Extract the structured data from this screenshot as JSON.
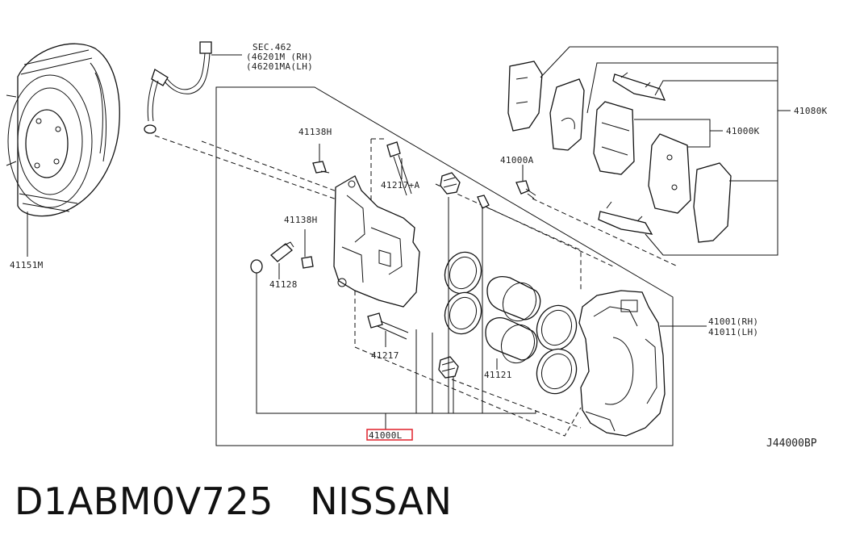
{
  "labels": {
    "sec_line1": "SEC.462",
    "sec_line2": "(46201M (RH)",
    "sec_line3": "(46201MA(LH)",
    "p41080k": "41080K",
    "p41000k": "41000K",
    "p41138h_top": "41138H",
    "p41217a": "41217+A",
    "p41000a": "41000A",
    "p41138h_mid": "41138H",
    "p41128": "41128",
    "p41151m": "41151M",
    "p41001_rh": "41001(RH)",
    "p41011_lh": "41011(LH)",
    "p41217": "41217",
    "p41121": "41121",
    "p41000l": "41000L"
  },
  "highlight_color": "#e0202a",
  "diagram_code": "J44000BP",
  "caption": "D1ABM0V725   NISSAN"
}
